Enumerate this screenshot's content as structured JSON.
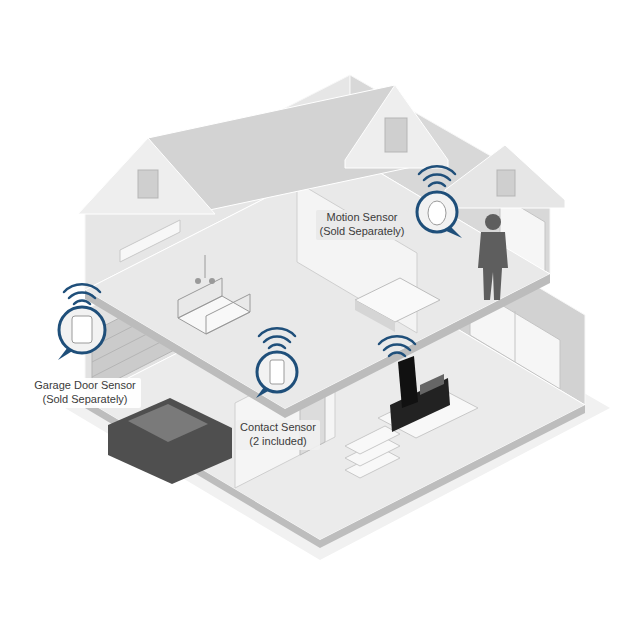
{
  "diagram": {
    "labels": [
      "Motion Sensor (Sold Separately)",
      "Garage Door Sensor (Sold Separately)",
      "Contact Sensor (2 included)"
    ]
  }
}
